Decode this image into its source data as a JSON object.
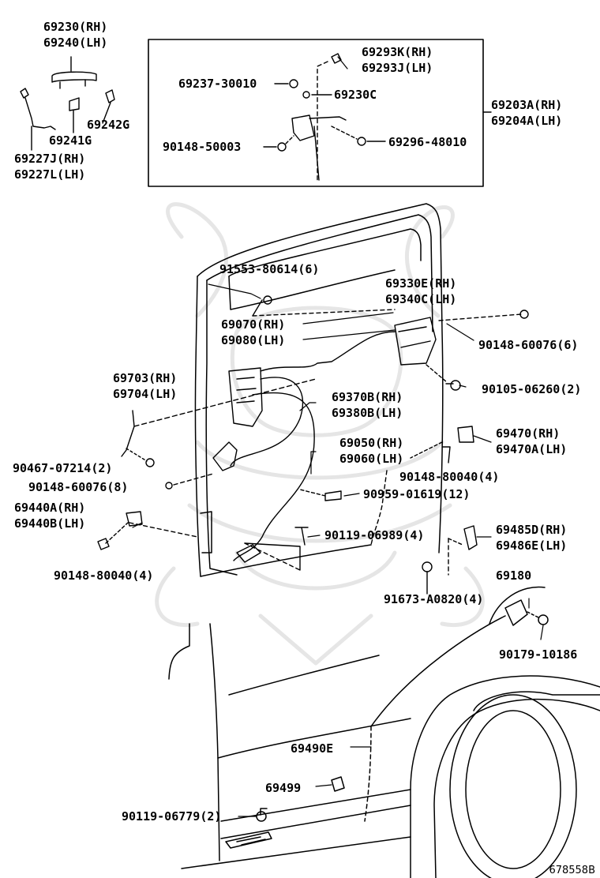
{
  "labels": {
    "outer_handle": [
      "69230(RH)",
      "69240(LH)"
    ],
    "p69242G": "69242G",
    "p69241G": "69241G",
    "rod_69227": [
      "69227J(RH)",
      "69227L(LH)"
    ],
    "p69293": [
      "69293K(RH)",
      "69293J(LH)"
    ],
    "p69237": "69237-30010",
    "p69230C": "69230C",
    "p90148_50003": "90148-50003",
    "p69296": "69296-48010",
    "p69203": [
      "69203A(RH)",
      "69204A(LH)"
    ],
    "p91553": "91553-80614(6)",
    "p69330": [
      "69330E(RH)",
      "69340C(LH)"
    ],
    "p69070": [
      "69070(RH)",
      "69080(LH)"
    ],
    "p90148_60076_6": "90148-60076(6)",
    "p69703": [
      "69703(RH)",
      "69704(LH)"
    ],
    "p90105": "90105-06260(2)",
    "p69370": [
      "69370B(RH)",
      "69380B(LH)"
    ],
    "p69050": [
      "69050(RH)",
      "69060(LH)"
    ],
    "p69470": [
      "69470(RH)",
      "69470A(LH)"
    ],
    "p90467": "90467-07214(2)",
    "p90148_80040_r": "90148-80040(4)",
    "p90148_60076_8": "90148-60076(8)",
    "p90959": "90959-01619(12)",
    "p69440": [
      "69440A(RH)",
      "69440B(LH)"
    ],
    "p90119_06989": "90119-06989(4)",
    "p69485": [
      "69485D(RH)",
      "69486E(LH)"
    ],
    "p90148_80040_l": "90148-80040(4)",
    "p69180": "69180",
    "p91673": "91673-A0820(4)",
    "p90179": "90179-10186",
    "p69490E": "69490E",
    "p69499": "69499",
    "p90119_06779": "90119-06779(2)"
  },
  "diagram_code": "678558B"
}
